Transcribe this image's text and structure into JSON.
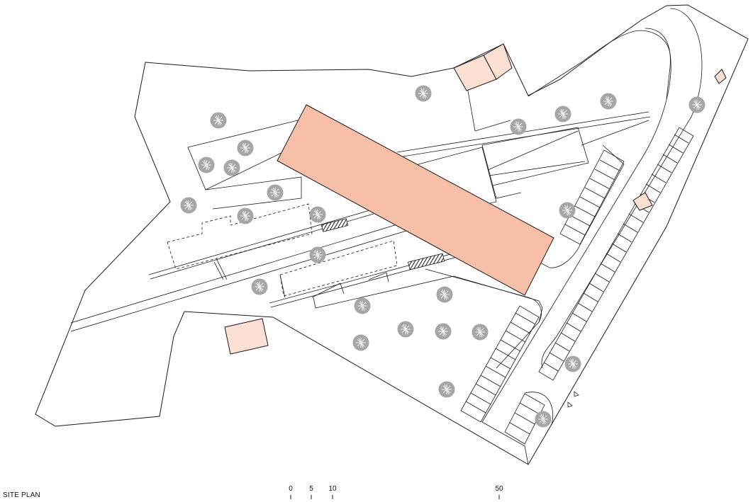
{
  "drawing": {
    "title": "SITE PLAN",
    "scale_ticks": [
      "0",
      "5",
      "10",
      "50"
    ]
  },
  "colors": {
    "main_building": "#f8bfa8",
    "outbuilding": "#fde0d4",
    "tree": "#a6a6a6",
    "line": "#1a1a1a",
    "background": "#ffffff"
  },
  "icons": {
    "tree": "tree-symbol-icon",
    "north": "north-arrow-icon"
  }
}
